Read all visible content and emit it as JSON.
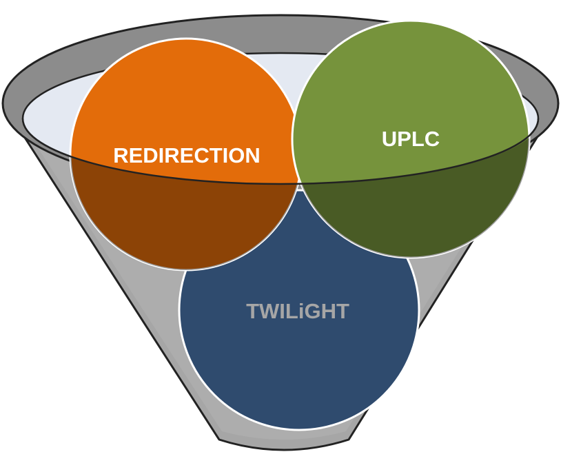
{
  "diagram": {
    "circles": {
      "redirection": {
        "label": "REDIRECTION",
        "color": "#E36C0A",
        "text_color": "#FFFFFF"
      },
      "uplc": {
        "label": "UPLC",
        "color": "#76933C",
        "text_color": "#FFFFFF"
      },
      "twilight": {
        "label": "TWILiGHT",
        "color": "#2F4B6E",
        "text_color": "#A6A6A6"
      }
    },
    "funnel": {
      "body_color": "#A6A6A6",
      "rim_color": "#8C8C8C",
      "opening_fill": "#E4E9F2",
      "outline_color": "#222222"
    }
  }
}
